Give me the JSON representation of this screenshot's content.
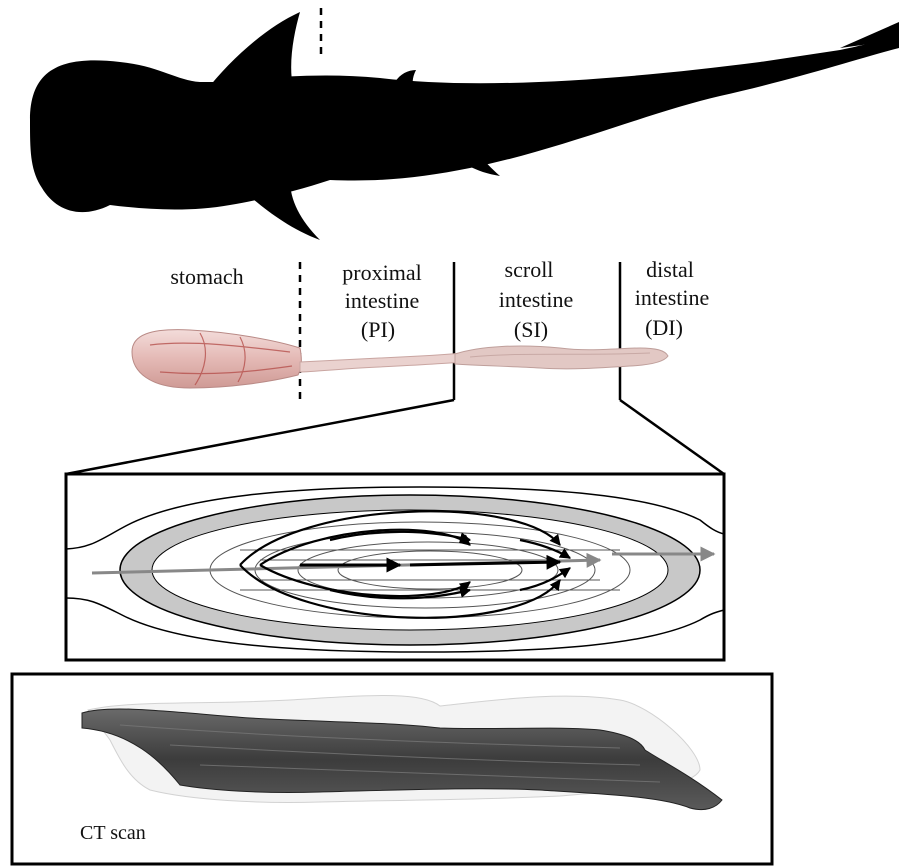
{
  "regions": [
    {
      "line1": "stomach",
      "line2": "",
      "line3": ""
    },
    {
      "line1": "proximal",
      "line2": "intestine",
      "line3": "(PI)"
    },
    {
      "line1": "scroll",
      "line2": "intestine",
      "line3": "(SI)"
    },
    {
      "line1": "distal",
      "line2": "intestine",
      "line3": "(DI)"
    }
  ],
  "ct_panel": {
    "label": "CT scan"
  },
  "colors": {
    "silhouette": "#000000",
    "tissue": "#e7c2bf",
    "tissue_dark": "#b8524f",
    "wall_fill": "#c8c8c8",
    "ct_dark": "#3a3a3a"
  }
}
